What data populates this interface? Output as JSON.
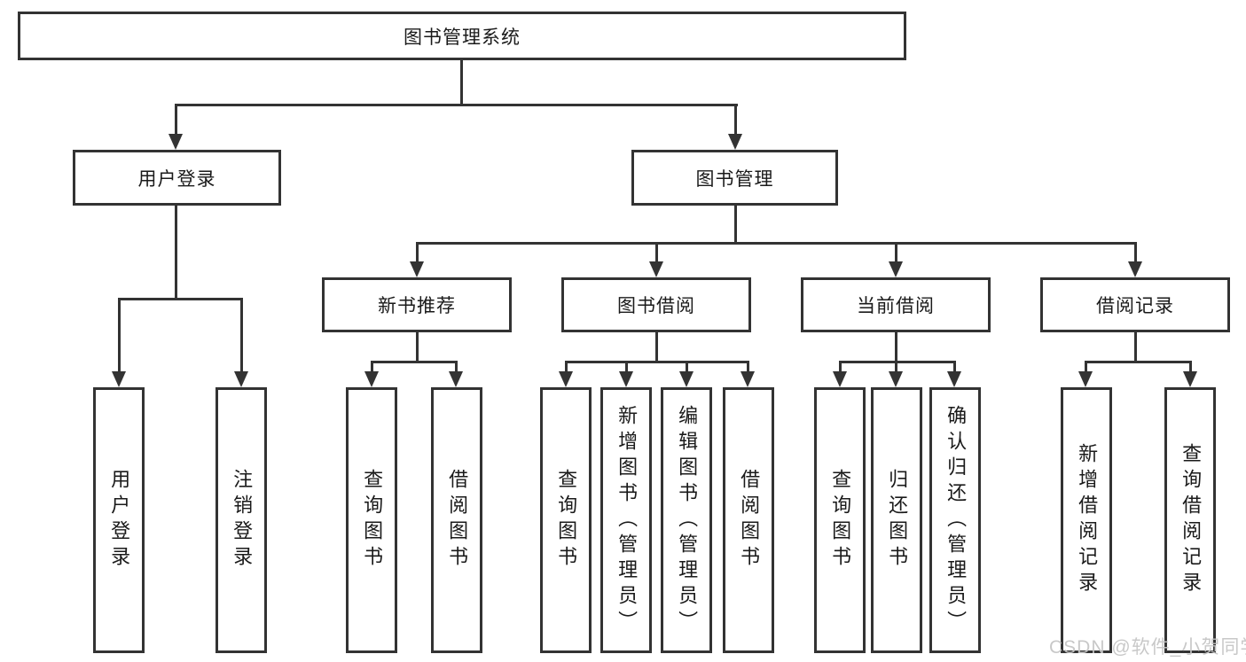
{
  "diagram": {
    "root": {
      "label": "图书管理系统"
    },
    "level2": [
      {
        "label": "用户登录"
      },
      {
        "label": "图书管理"
      }
    ],
    "level3": [
      {
        "label": "新书推荐"
      },
      {
        "label": "图书借阅"
      },
      {
        "label": "当前借阅"
      },
      {
        "label": "借阅记录"
      }
    ],
    "leaves": {
      "user_login": [
        "用户登录",
        "注销登录"
      ],
      "new_book": [
        "查询图书",
        "借阅图书"
      ],
      "book_borrow": [
        "查询图书",
        "新增图书（管理员）",
        "编辑图书（管理员）",
        "借阅图书"
      ],
      "current_borrow": [
        "查询图书",
        "归还图书",
        "确认归还（管理员）"
      ],
      "borrow_record": [
        "新增借阅记录",
        "查询借阅记录"
      ]
    }
  },
  "watermark": {
    "text": "CSDN @软件_小贺同学"
  },
  "colors": {
    "line": "#333333",
    "background": "#ffffff",
    "watermark": "#c6c6c6"
  }
}
